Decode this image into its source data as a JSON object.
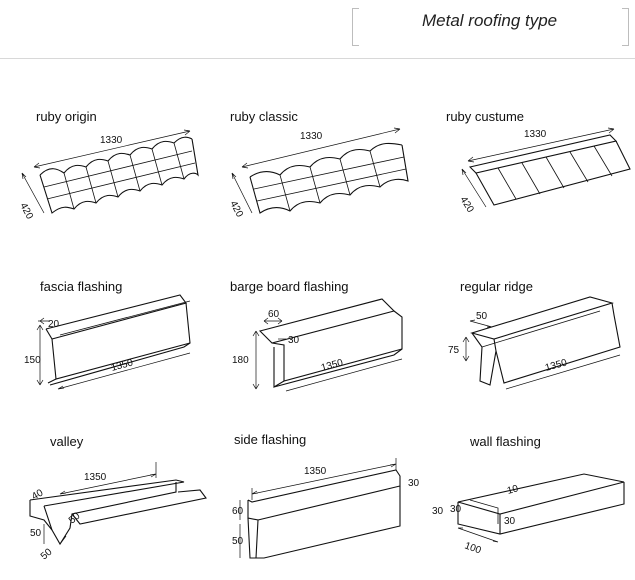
{
  "header": {
    "title": "Metal roofing type"
  },
  "items": [
    {
      "label": "ruby origin",
      "dims": [
        "1330",
        "420"
      ]
    },
    {
      "label": "ruby classic",
      "dims": [
        "1330",
        "420"
      ]
    },
    {
      "label": "ruby custume",
      "dims": [
        "1330",
        "420"
      ]
    },
    {
      "label": "fascia flashing",
      "dims": [
        "20",
        "150",
        "1350"
      ]
    },
    {
      "label": "barge board flashing",
      "dims": [
        "60",
        "30",
        "180",
        "1350"
      ]
    },
    {
      "label": "regular ridge",
      "dims": [
        "50",
        "75",
        "1350"
      ]
    },
    {
      "label": "valley",
      "dims": [
        "1350",
        "40",
        "50",
        "50",
        "50"
      ]
    },
    {
      "label": "side flashing",
      "dims": [
        "1350",
        "30",
        "60",
        "50"
      ]
    },
    {
      "label": "wall flashing",
      "dims": [
        "10",
        "30",
        "30",
        "30",
        "100"
      ]
    }
  ]
}
